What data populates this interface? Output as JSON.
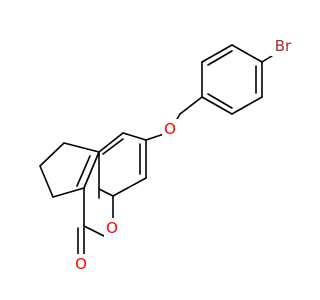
{
  "molecule": {
    "atoms": {
      "bromine": {
        "symbol": "Br",
        "color": "#a52a2a"
      },
      "ether_oxygen": {
        "symbol": "O",
        "color": "#ff0000"
      },
      "ring_oxygen": {
        "symbol": "O",
        "color": "#ff0000"
      },
      "carbonyl_oxygen": {
        "symbol": "O",
        "color": "#ff0000"
      }
    },
    "bond_color": "#000000",
    "background": "#ffffff"
  }
}
